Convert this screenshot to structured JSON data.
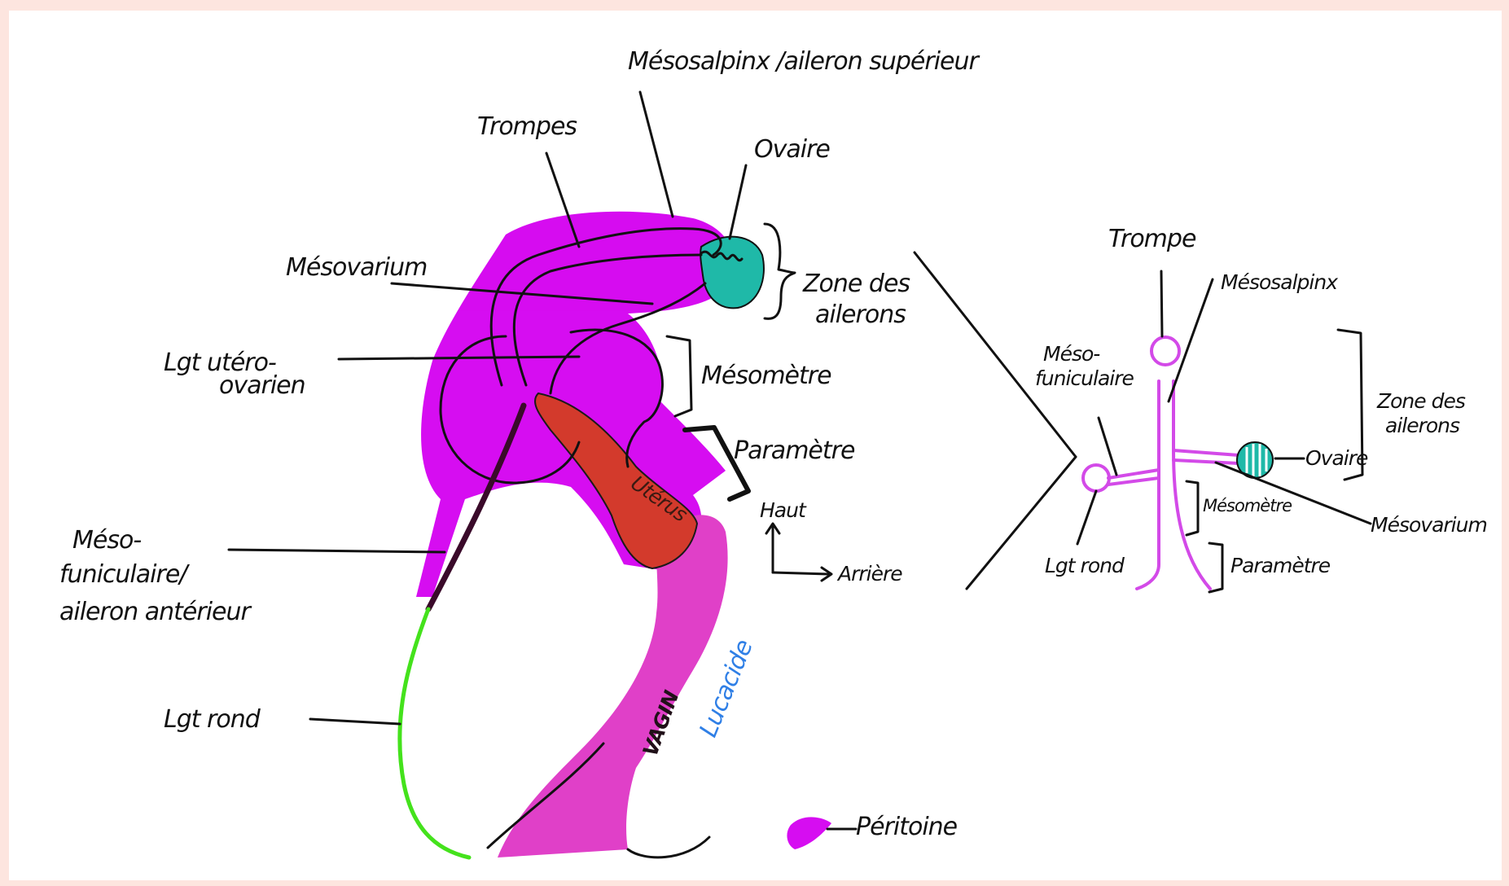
{
  "colors": {
    "background": "#fde5df",
    "peritoine": "#d400f0",
    "uterus": "#d33a2c",
    "vagin": "#e040c8",
    "ovaire": "#1fb9a8",
    "ligament_rond": "#44e21c",
    "lucacide": "#2f7fe6",
    "schema_lines": "#d34ae8"
  },
  "icons": {
    "peritoine_swatch": "peritoine-swatch-icon",
    "orientation_arrows": "orientation-arrows-icon"
  },
  "sagittal": {
    "mesosalpinx": "Mésosalpinx /aileron supérieur",
    "trompes": "Trompes",
    "ovaire": "Ovaire",
    "mesovarium": "Mésovarium",
    "zone_des_ailerons": [
      "Zone des",
      "ailerons"
    ],
    "lgt_utero_ovarien": [
      "Lgt utéro-",
      "ovarien"
    ],
    "mesometre": "Mésomètre",
    "parametre": "Paramètre",
    "uterus": "Utérus",
    "meso_funiculaire": [
      "Méso-",
      "funiculaire/",
      "aileron antérieur"
    ],
    "lgt_rond": "Lgt rond",
    "vagin": "VAGIN",
    "lucacide": "Lucacide"
  },
  "orientation": {
    "haut": "Haut",
    "arriere": "Arrière"
  },
  "legend": {
    "peritoine": "Péritoine"
  },
  "schema": {
    "trompe": "Trompe",
    "mesosalpinx": "Mésosalpinx",
    "meso_funiculaire": [
      "Méso-",
      "funiculaire"
    ],
    "zone_des_ailerons": [
      "Zone des",
      "ailerons"
    ],
    "ovaire": "Ovaire",
    "mesometre": "Mésomètre",
    "mesovarium": "Mésovarium",
    "lgt_rond": "Lgt rond",
    "parametre": "Paramètre"
  }
}
